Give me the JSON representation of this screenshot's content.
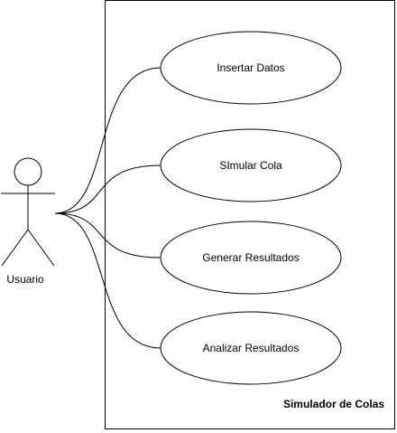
{
  "diagram": {
    "type": "use-case",
    "system": {
      "title": "Simulador de Colas"
    },
    "actor": {
      "label": "Usuario"
    },
    "use_cases": [
      {
        "label": "Insertar Datos"
      },
      {
        "label": "SImular Cola"
      },
      {
        "label": "Generar Resultados"
      },
      {
        "label": "Analizar Resultados"
      }
    ],
    "associations": [
      {
        "from": "Usuario",
        "to": "Insertar Datos"
      },
      {
        "from": "Usuario",
        "to": "SImular Cola"
      },
      {
        "from": "Usuario",
        "to": "Generar Resultados"
      },
      {
        "from": "Usuario",
        "to": "Analizar Resultados"
      }
    ],
    "colors": {
      "stroke": "#000000",
      "background": "#ffffff"
    }
  }
}
